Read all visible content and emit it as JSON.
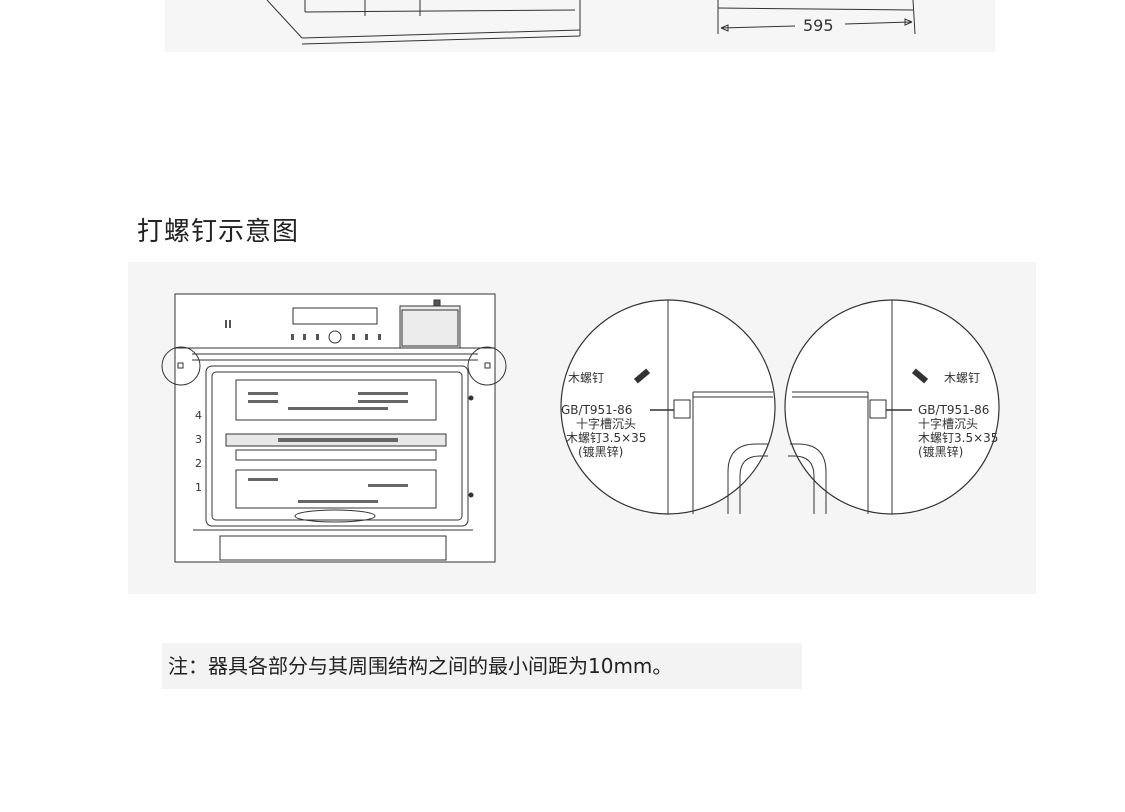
{
  "top_figure": {
    "dimension_label": "595"
  },
  "section": {
    "title": "打螺钉示意图"
  },
  "oven_figure": {
    "rack_levels": [
      "4",
      "3",
      "2",
      "1"
    ]
  },
  "detail_left": {
    "screw_label": "木螺钉",
    "spec_line1": "GB/T951-86",
    "spec_line2": "十字槽沉头",
    "spec_line3": "木螺钉3.5×35",
    "spec_line4": "(镀黑锌)"
  },
  "detail_right": {
    "screw_label": "木螺钉",
    "spec_line1": "GB/T951-86",
    "spec_line2": "十字槽沉头",
    "spec_line3": "木螺钉3.5×35",
    "spec_line4": "(镀黑锌)"
  },
  "note": {
    "text": "注：器具各部分与其周围结构之间的最小间距为10mm。"
  }
}
